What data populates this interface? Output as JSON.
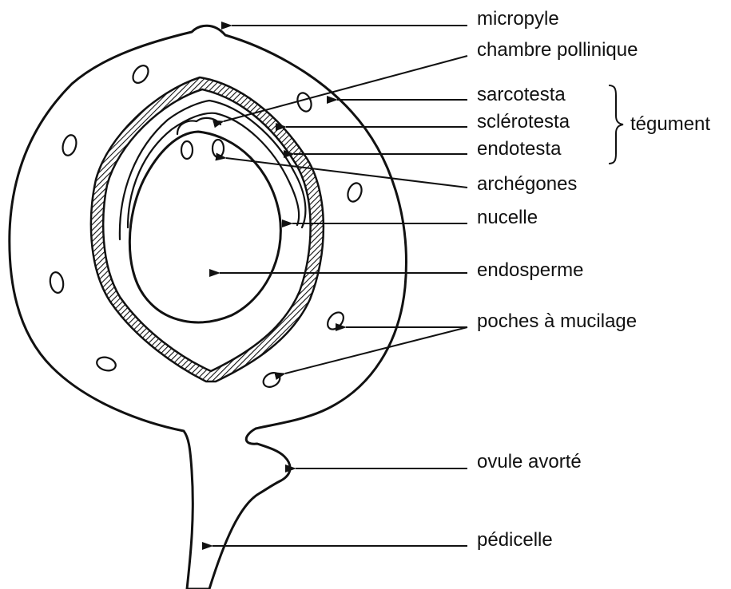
{
  "labels": {
    "micropyle": "micropyle",
    "chambre_pollinique": "chambre pollinique",
    "sarcotesta": "sarcotesta",
    "sclerotesta": "sclérotesta",
    "endotesta": "endotesta",
    "tegument": "tégument",
    "archegones": "archégones",
    "nucelle": "nucelle",
    "endosperme": "endosperme",
    "poches_a_mucilage": "poches à mucilage",
    "ovule_avorte": "ovule avorté",
    "pedicelle": "pédicelle"
  }
}
